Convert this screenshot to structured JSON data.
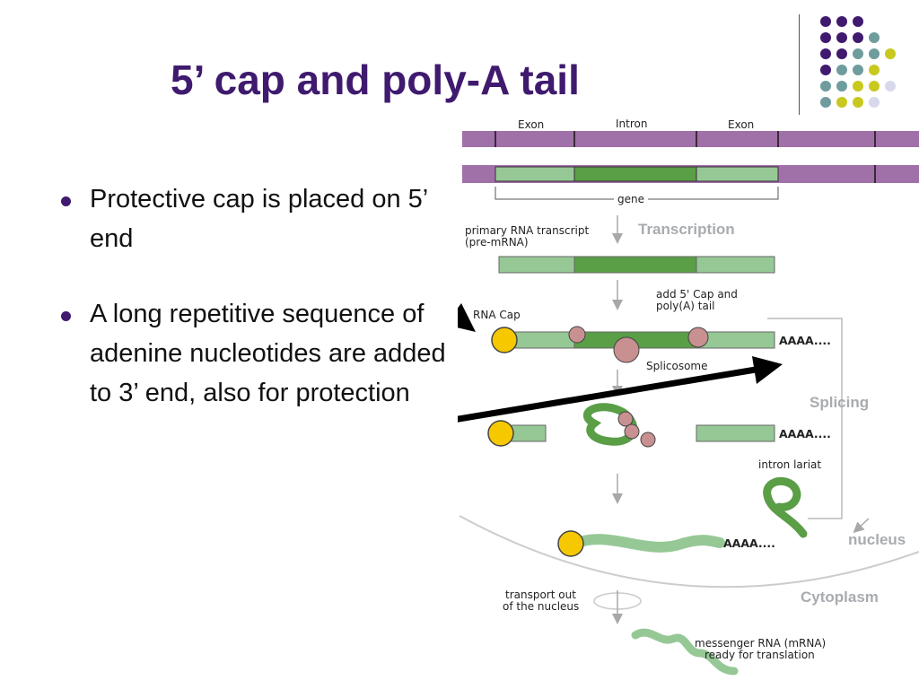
{
  "slide": {
    "title": "5’ cap and poly-A tail",
    "bullets": [
      "Protective cap is placed on 5’ end",
      "A long repetitive sequence of adenine nucleotides are added to 3’ end, also for protection"
    ]
  },
  "diagram": {
    "labels": {
      "exon_left": "Exon",
      "intron": "Intron",
      "exon_right": "Exon",
      "gene": "gene",
      "primary_line1": "primary RNA transcript",
      "primary_line2": "(pre-mRNA)",
      "transcription": "Transcription",
      "add_line1": "add 5' Cap and",
      "add_line2": "poly(A) tail",
      "rna_cap": "RNA Cap",
      "tail_1": "AAAA....",
      "spliceosome": "Splicosome",
      "splicing": "Splicing",
      "tail_2": "AAAA....",
      "intron_lariat": "intron lariat",
      "tail_3": "AAAA....",
      "nucleus": "nucleus",
      "transport_line1": "transport out",
      "transport_line2": "of the nucleus",
      "cytoplasm": "Cytoplasm",
      "mrna_line1": "messenger RNA (mRNA)",
      "mrna_line2": "ready for translation"
    }
  },
  "colors": {
    "title": "#3f1a6e",
    "dna_strand": "#a070a8",
    "exon": "#96c896",
    "intron": "#5a9e46",
    "cap": "#f5c800",
    "spliceosome": "#c89090",
    "arrow": "#000000",
    "dot_purple": "#3f1a6e",
    "dot_teal": "#6f9c9c",
    "dot_yellow": "#c8c81e",
    "dot_lavender": "#d8d8ec"
  }
}
